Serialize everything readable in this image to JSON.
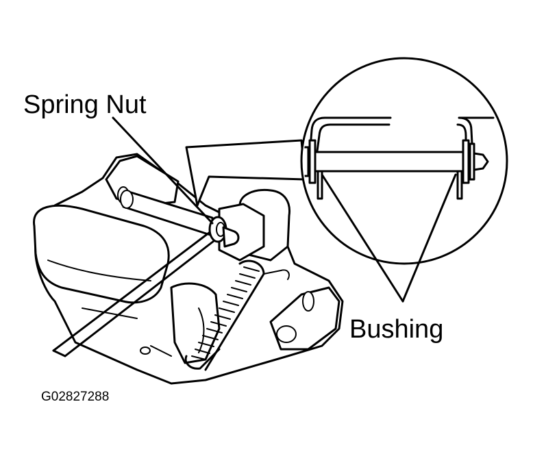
{
  "labels": {
    "spring_nut": "Spring Nut",
    "bushing": "Bushing",
    "figure_code": "G02827288"
  },
  "colors": {
    "ink": "#000000",
    "paper": "#ffffff"
  }
}
